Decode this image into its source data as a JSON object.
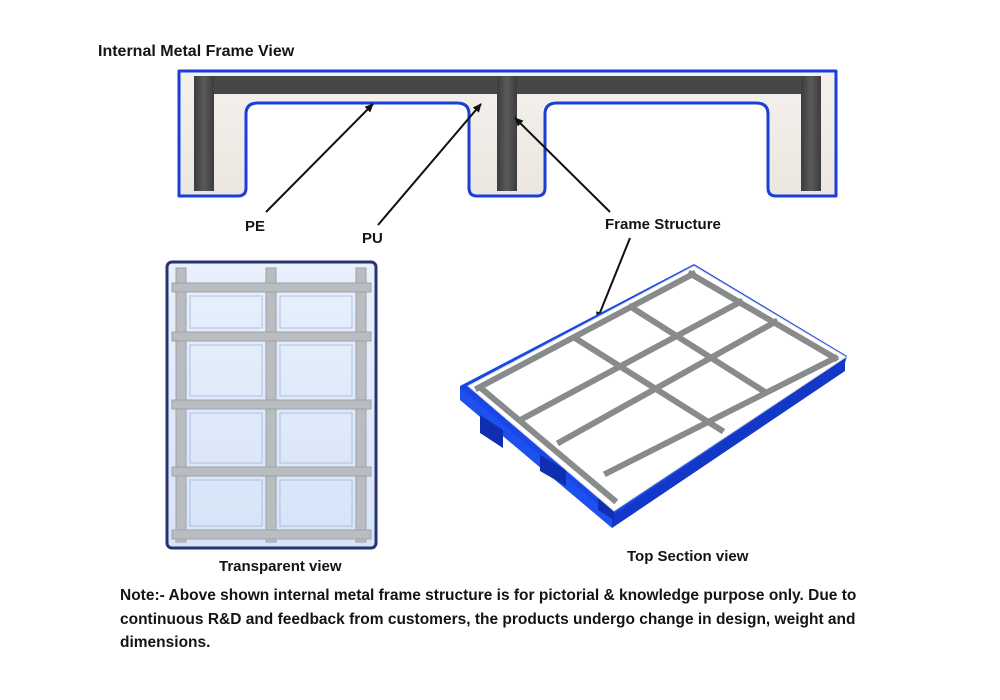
{
  "labels": {
    "internal_title": "Internal Metal Frame View",
    "pe": "PE",
    "pu": "PU",
    "frame_structure": "Frame Structure",
    "transparent_view": "Transparent view",
    "top_section_view": "Top Section view"
  },
  "note": "Note:- Above shown internal metal frame structure is for pictorial & knowledge purpose only. Due to continuous R&D and feedback from customers, the products undergo change in design, weight and dimensions.",
  "colors": {
    "outline_blue": "#1a3fd9",
    "pallet_blue": "#1744e0",
    "pe_fill": "#f1eeea",
    "metal_dark": "#4a4a4a",
    "frame_grey": "#8a8a8a",
    "transparent_fill": "#dde9fb",
    "transparent_border": "#2a3270"
  }
}
